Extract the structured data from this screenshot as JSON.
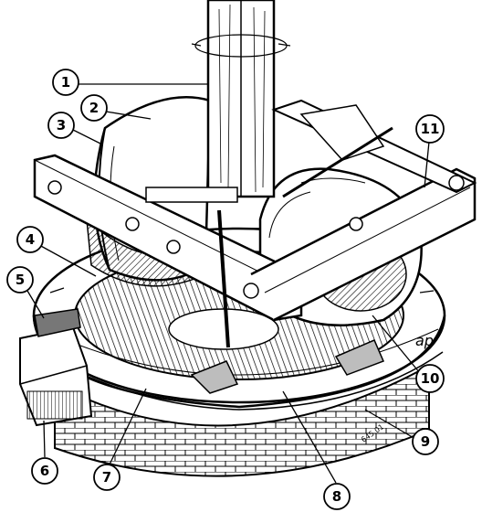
{
  "figure": {
    "callouts": [
      {
        "id": "1",
        "label": "1"
      },
      {
        "id": "2",
        "label": "2"
      },
      {
        "id": "3",
        "label": "3"
      },
      {
        "id": "4",
        "label": "4"
      },
      {
        "id": "5",
        "label": "5"
      },
      {
        "id": "6",
        "label": "6"
      },
      {
        "id": "7",
        "label": "7"
      },
      {
        "id": "8",
        "label": "8"
      },
      {
        "id": "9",
        "label": "9"
      },
      {
        "id": "10",
        "label": "10"
      },
      {
        "id": "11",
        "label": "11"
      }
    ],
    "signature": "ap",
    "serial": "645.01",
    "colors": {
      "ink": "#000000",
      "paper": "#ffffff",
      "shade": "#bdbdbd"
    }
  }
}
